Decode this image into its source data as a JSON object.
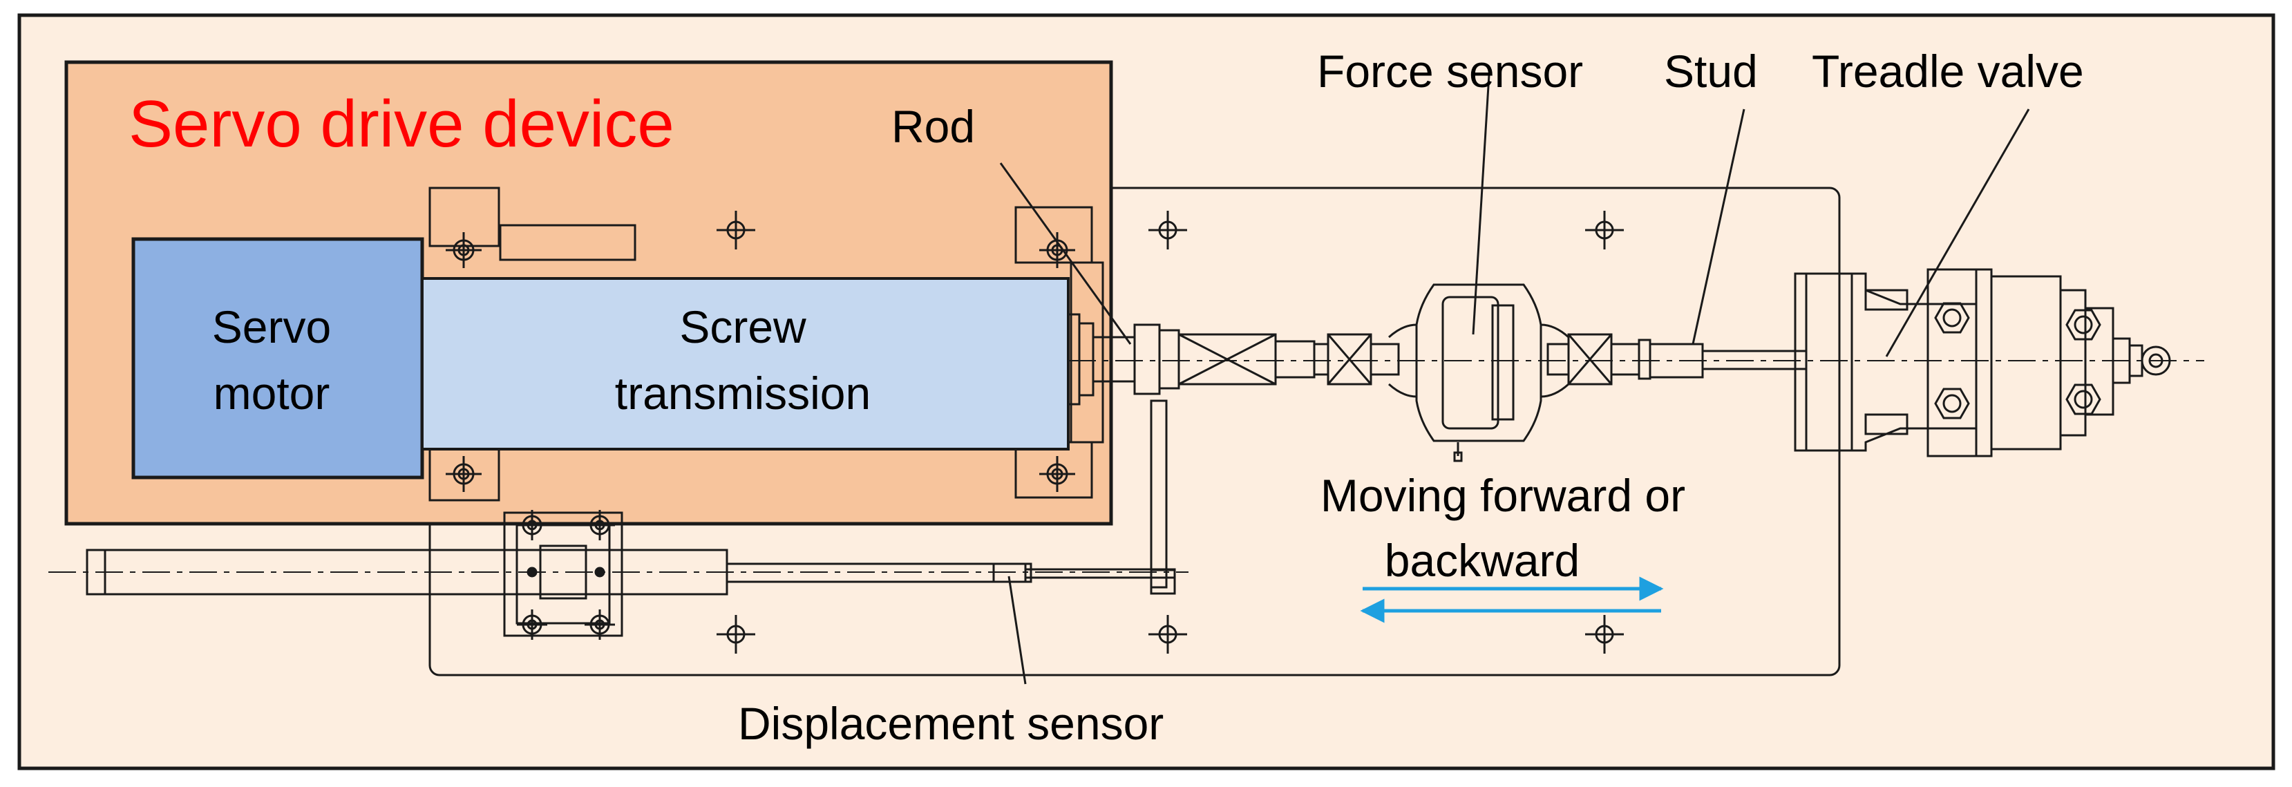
{
  "labels": {
    "servo_drive_device": "Servo drive device",
    "rod": "Rod",
    "force_sensor": "Force sensor",
    "stud": "Stud",
    "treadle_valve": "Treadle valve",
    "servo_motor_line1": "Servo",
    "servo_motor_line2": "motor",
    "screw_line1": "Screw",
    "screw_line2": "transmission",
    "moving_line1": "Moving forward or",
    "moving_line2": "backward",
    "displacement_sensor": "Displacement sensor"
  },
  "colors": {
    "background": "#fdeee0",
    "servo_drive_fill": "#f7c49c",
    "servo_drive_text": "#ff0000",
    "servo_motor_fill": "#8db0e2",
    "screw_fill": "#c5d8f0",
    "arrow": "#1ea0e0",
    "line": "#1a1a1a"
  }
}
